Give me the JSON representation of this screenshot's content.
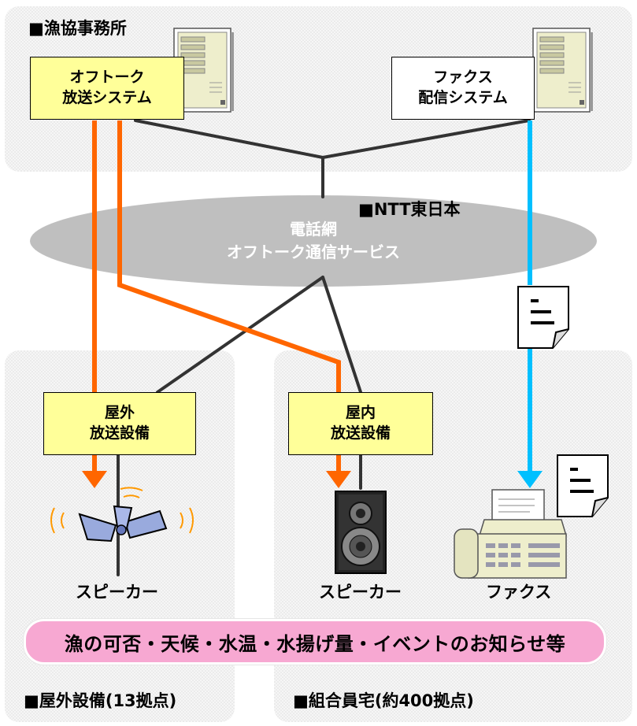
{
  "panels": {
    "office_label": "■漁協事務所",
    "outdoor_label": "■屋外設備(13拠点)",
    "members_label": "■組合員宅(約400拠点)"
  },
  "systems": {
    "offtalk_line1": "オフトーク",
    "offtalk_line2": "放送システム",
    "fax_line1": "ファクス",
    "fax_line2": "配信システム"
  },
  "network": {
    "carrier_label": "■NTT東日本",
    "line1": "電話網",
    "line2": "オフトーク通信サービス"
  },
  "equipment": {
    "outdoor_line1": "屋外",
    "outdoor_line2": "放送設備",
    "indoor_line1": "屋内",
    "indoor_line2": "放送設備"
  },
  "devices": {
    "outdoor_speaker": "スピーカー",
    "indoor_speaker": "スピーカー",
    "fax": "ファクス"
  },
  "banner": "漁の可否・天候・水温・水揚げ量・イベントのお知らせ等",
  "colors": {
    "broadcast_line": "#ff6600",
    "fax_line": "#00c0ff",
    "network_line": "#333333",
    "system_box": "#ffff99",
    "banner": "#f7a8d2",
    "network_cloud": "#bfbfbf"
  },
  "icons": [
    "server-icon",
    "server-icon",
    "document-icon",
    "document-icon",
    "horn-speaker-icon",
    "speaker-icon",
    "fax-machine-icon"
  ]
}
